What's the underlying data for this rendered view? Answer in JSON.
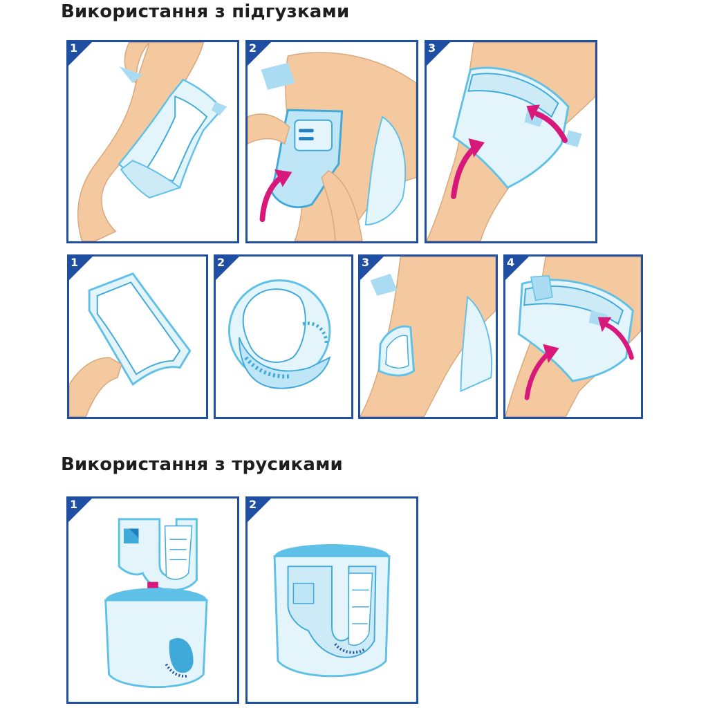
{
  "sections": {
    "diapers": {
      "title": "Використання з підгузками",
      "row1": [
        {
          "number": "1"
        },
        {
          "number": "2"
        },
        {
          "number": "3"
        }
      ],
      "row2": [
        {
          "number": "1"
        },
        {
          "number": "2"
        },
        {
          "number": "3"
        },
        {
          "number": "4"
        }
      ]
    },
    "pants": {
      "title": "Використання з трусиками",
      "steps": [
        {
          "number": "1"
        },
        {
          "number": "2"
        }
      ]
    }
  },
  "colors": {
    "frame_border": "#1f4fa3",
    "skin": "#f4c9a0",
    "product_light": "#e4f4fb",
    "product_blue": "#5fc0e8",
    "arrow_pink": "#d8187a"
  }
}
